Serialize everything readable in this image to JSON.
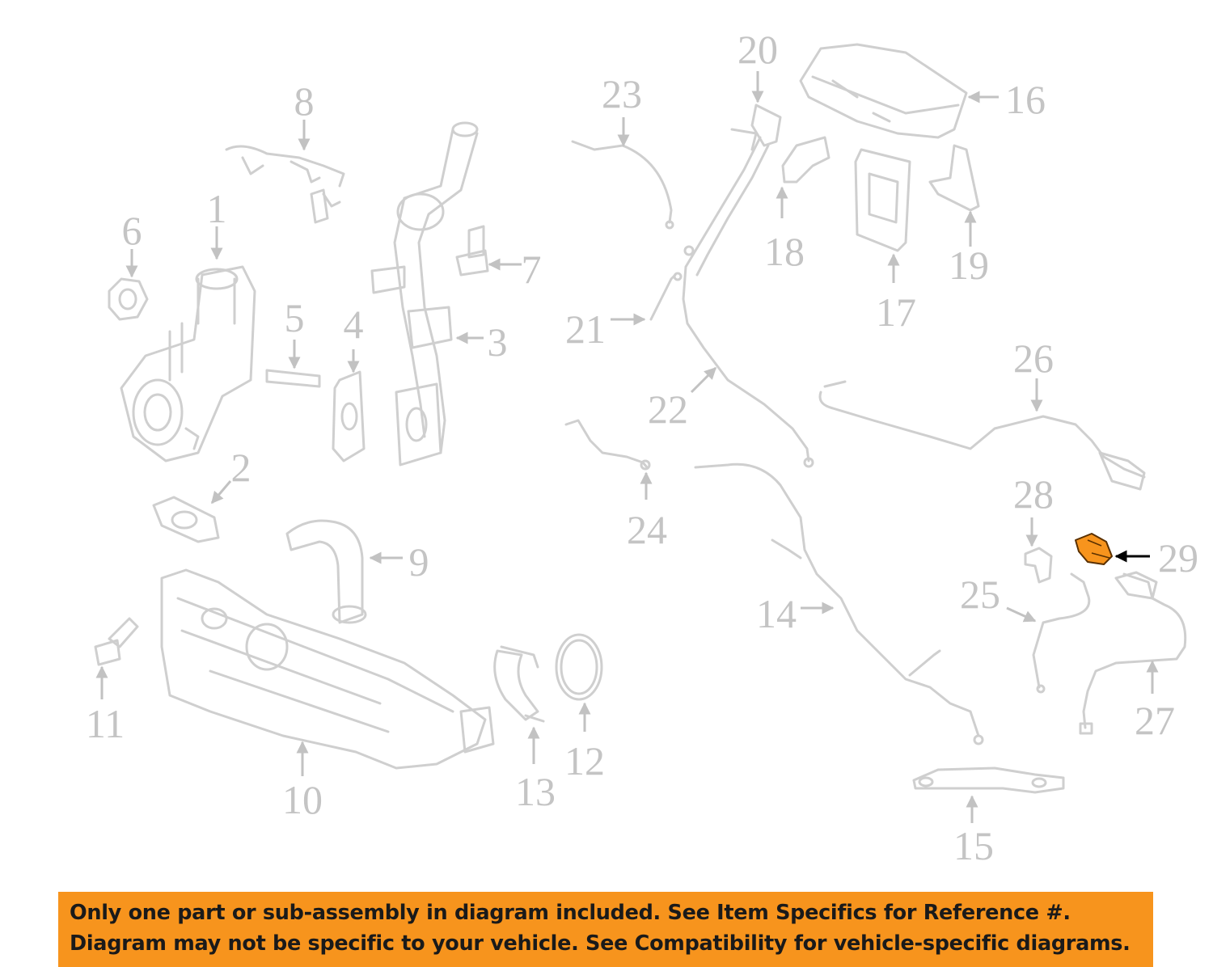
{
  "diagram": {
    "highlight_color": "#f7941d",
    "highlighted_part": "29",
    "callouts": [
      "1",
      "2",
      "3",
      "4",
      "5",
      "6",
      "7",
      "8",
      "9",
      "10",
      "11",
      "12",
      "13",
      "14",
      "15",
      "16",
      "17",
      "18",
      "19",
      "20",
      "21",
      "22",
      "23",
      "24",
      "25",
      "26",
      "27",
      "28",
      "29"
    ]
  },
  "notice": {
    "background": "#f7941d",
    "line1": "Only one part or sub-assembly in diagram included. See Item Specifics for Reference #.",
    "line2": "Diagram may not be specific to your vehicle. See Compatibility for vehicle-specific diagrams."
  }
}
